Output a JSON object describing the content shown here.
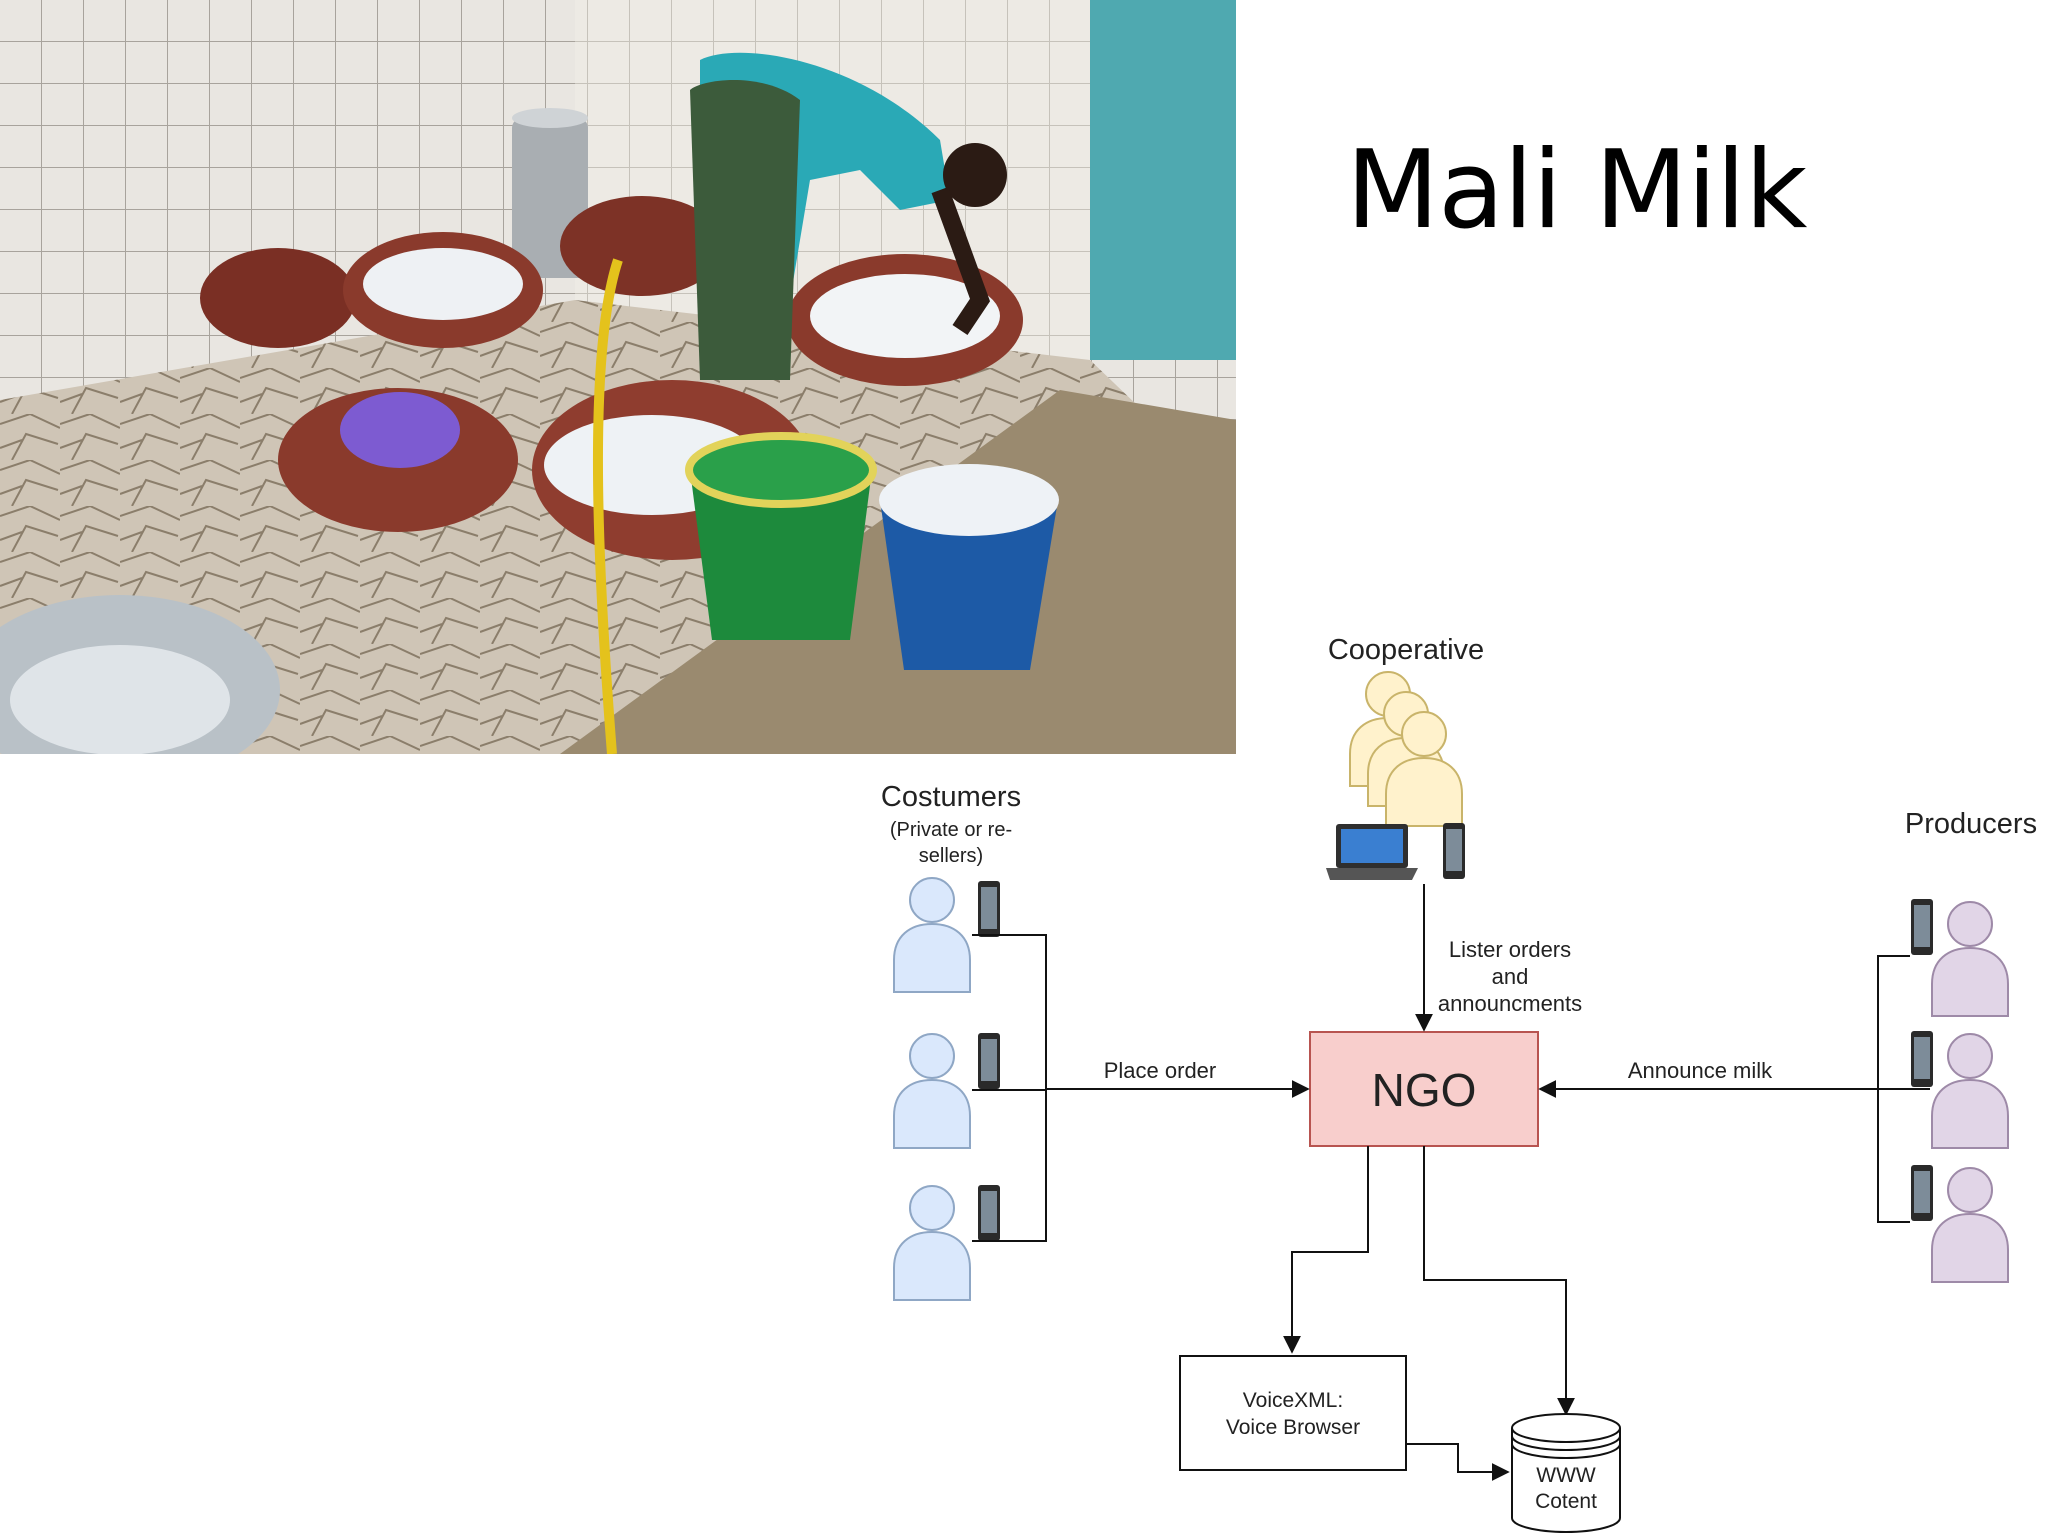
{
  "slide": {
    "title": "Mali Milk"
  },
  "diagram": {
    "cooperative_label": "Cooperative",
    "customers_label": "Costumers",
    "customers_sublabel_1": "(Private or re-",
    "customers_sublabel_2": "sellers)",
    "producers_label": "Producers",
    "ngo_label": "NGO",
    "edge_lister_1": "Lister orders",
    "edge_lister_2": "and",
    "edge_lister_3": "announcments",
    "edge_place_order": "Place order",
    "edge_announce_milk": "Announce milk",
    "voicexml_line1": "VoiceXML:",
    "voicexml_line2": "Voice Browser",
    "www_line1": "WWW",
    "www_line2": "Cotent",
    "colors": {
      "customer_fill": "#dae8fc",
      "customer_stroke": "#8fa7c5",
      "producer_fill": "#e1d5e7",
      "producer_stroke": "#9e8aa8",
      "cooperative_fill": "#fff2cc",
      "cooperative_stroke": "#c9b46a",
      "ngo_fill": "#f8cecc",
      "ngo_stroke": "#b85450"
    }
  }
}
